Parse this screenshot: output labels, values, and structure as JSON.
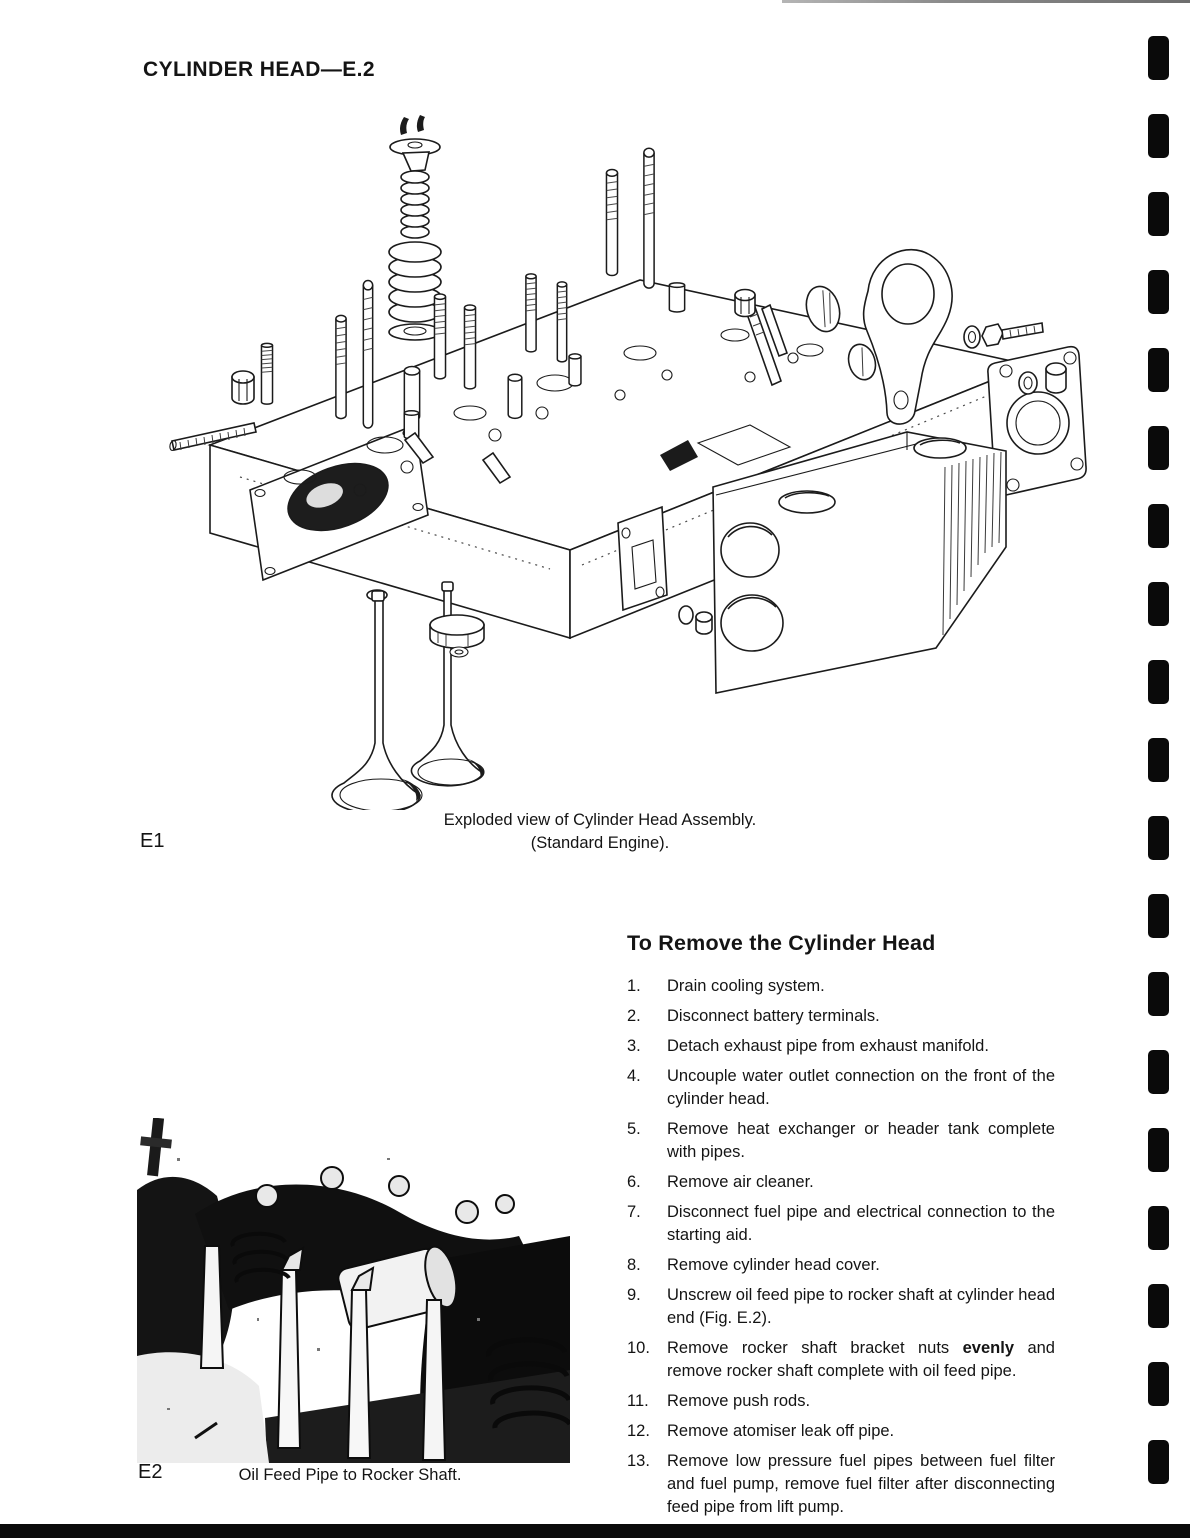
{
  "page_title": "CYLINDER HEAD—E.2",
  "figure_e1": {
    "label": "E1",
    "caption_line1": "Exploded view of Cylinder Head Assembly.",
    "caption_line2": "(Standard Engine)."
  },
  "figure_e2": {
    "label": "E2",
    "caption": "Oil Feed Pipe to Rocker Shaft."
  },
  "procedure": {
    "heading": "To Remove the Cylinder Head",
    "steps": [
      {
        "num": "1.",
        "text": "Drain cooling system."
      },
      {
        "num": "2.",
        "text": "Disconnect battery terminals."
      },
      {
        "num": "3.",
        "text": "Detach exhaust pipe from exhaust manifold."
      },
      {
        "num": "4.",
        "text": "Uncouple water outlet connection on the front of the cylinder head."
      },
      {
        "num": "5.",
        "text": "Remove heat exchanger or header tank complete with pipes."
      },
      {
        "num": "6.",
        "text": "Remove air cleaner."
      },
      {
        "num": "7.",
        "text": "Disconnect fuel pipe and electrical connection to the starting aid."
      },
      {
        "num": "8.",
        "text": "Remove cylinder head cover."
      },
      {
        "num": "9.",
        "text": "Unscrew oil feed pipe to rocker shaft at cylinder head end (Fig. E.2)."
      },
      {
        "num": "10.",
        "pre": "Remove rocker shaft bracket nuts ",
        "bold": "evenly",
        "post": " and remove rocker shaft complete with oil feed pipe."
      },
      {
        "num": "11.",
        "text": "Remove push rods."
      },
      {
        "num": "12.",
        "text": "Remove atomiser leak off pipe."
      },
      {
        "num": "13.",
        "text": "Remove low pressure fuel pipes between fuel filter and fuel pump, remove fuel filter after disconnecting feed pipe from lift pump."
      }
    ]
  },
  "decor": {
    "binding_marks_count": 19,
    "ink_color": "#141414",
    "paper_color": "#ffffff"
  }
}
